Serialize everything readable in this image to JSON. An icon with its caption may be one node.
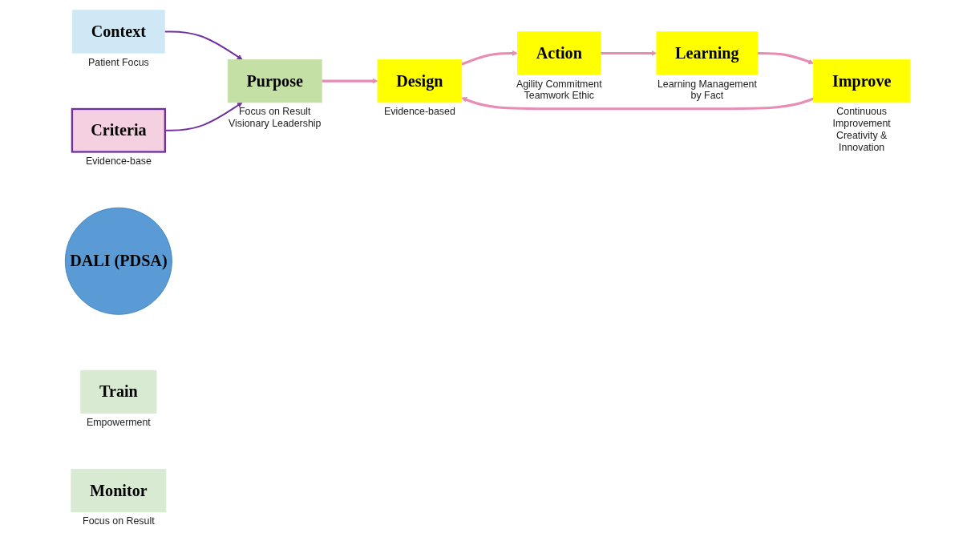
{
  "diagram": {
    "nodes": [
      {
        "text": [
          "Context"
        ],
        "beside": [
          "Patient Focus"
        ]
      },
      {
        "text": [
          "Purpose"
        ],
        "beside": [
          "Focus on Result Visionary Leadership"
        ]
      },
      {
        "text": [
          "Criteria"
        ],
        "beside": [
          "Evidence-base"
        ]
      },
      {
        "text": [
          "DALI (PDSA)"
        ]
      },
      {
        "text": [
          "Design"
        ],
        "beside": [
          "Evidence-based"
        ]
      },
      {
        "text": [
          "Train"
        ],
        "beside": [
          "Empowerment"
        ]
      },
      {
        "text": [
          "Action"
        ],
        "beside": [
          "Agility Commitment Teamwork Ethic"
        ]
      },
      {
        "text": [
          "Monitor"
        ],
        "beside": [
          "Focus on Result"
        ]
      },
      {
        "text": [
          "Learning"
        ],
        "beside": [
          "Learning Management by Fact"
        ]
      },
      {
        "text": [
          "Improve"
        ],
        "beside": [
          "Continuous Improvement Creativity & Innovation"
        ]
      }
    ],
    "edges": [
      {
        "from": 0,
        "to": 1,
        "arrow": "to",
        "color": "#7030a0"
      },
      {
        "from": 2,
        "to": 1,
        "arrow": "to",
        "color": "#7030a0"
      },
      {
        "from": 1,
        "to": 4,
        "arrow": "to"
      },
      {
        "from": 4,
        "to": 6,
        "arrow": "to"
      },
      {
        "from": 6,
        "to": 8,
        "arrow": "to"
      },
      {
        "from": 8,
        "to": 9,
        "arrow": "to"
      },
      {
        "from": 9,
        "to": 4,
        "arrow": "to"
      }
    ]
  }
}
